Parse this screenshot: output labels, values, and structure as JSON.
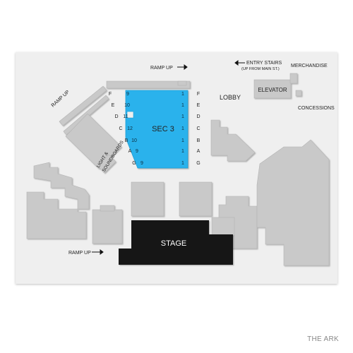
{
  "venue_name": "THE ARK",
  "labels": {
    "ramp_up_top": "RAMP UP",
    "ramp_up_left": "RAMP UP",
    "ramp_up_bottom": "RAMP UP",
    "entry_stairs": "ENTRY STAIRS",
    "entry_stairs_sub": "(UP FROM MAIN ST.)",
    "merchandise": "MERCHANDISE",
    "elevator": "ELEVATOR",
    "lobby": "LOBBY",
    "concessions": "CONCESSIONS",
    "light_sound_1": "LIGHT &",
    "light_sound_2": "SOUNDBOARDS",
    "section": "SEC 3",
    "stage": "STAGE"
  },
  "rows_left": [
    "F",
    "E",
    "D",
    "C",
    "B",
    "A",
    "G"
  ],
  "rows_right": [
    "F",
    "E",
    "D",
    "C",
    "B",
    "A",
    "G"
  ],
  "seats_left": [
    "9",
    "10",
    "11",
    "12",
    "10",
    "9",
    "9"
  ],
  "seats_right": [
    "1",
    "1",
    "1",
    "1",
    "1",
    "1",
    "1"
  ],
  "colors": {
    "section_fill": "#29b2ec",
    "section_edge": "#1d9fd6",
    "stage_fill": "#151515",
    "block_fill": "#c9c9c9",
    "block_stroke": "#b3b3b3",
    "map_background": "#efefef"
  }
}
